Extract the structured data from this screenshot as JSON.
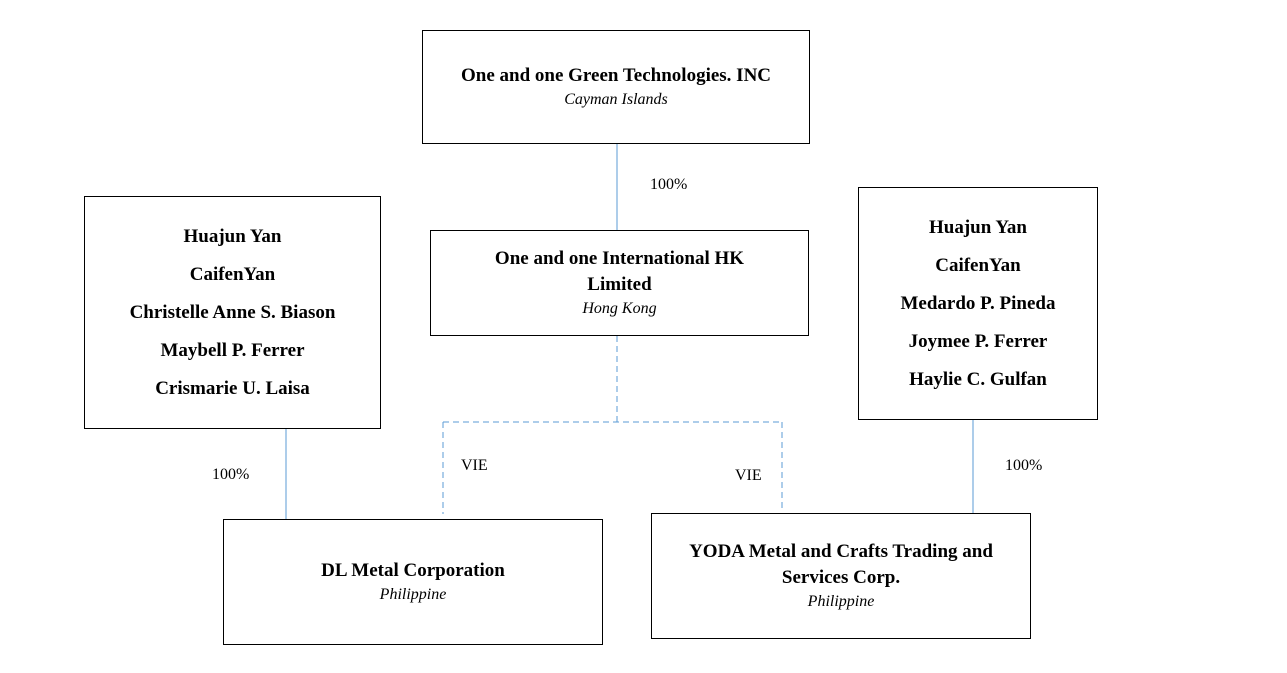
{
  "colors": {
    "solid_line": "#5b9bd5",
    "dashed_line": "#5b9bd5",
    "box_border": "#000000"
  },
  "entities": {
    "parent": {
      "name": "One and one Green Technologies. INC",
      "location": "Cayman Islands"
    },
    "hk": {
      "name": "One and one International HK Limited",
      "location": "Hong Kong"
    },
    "dl": {
      "name": "DL Metal Corporation",
      "location": "Philippine"
    },
    "yoda": {
      "name": "YODA Metal and Crafts Trading and Services Corp.",
      "location": "Philippine"
    }
  },
  "shareholders_left": [
    "Huajun Yan",
    "CaifenYan",
    "Christelle Anne S. Biason",
    "Maybell P. Ferrer",
    "Crismarie U. Laisa"
  ],
  "shareholders_right": [
    "Huajun Yan",
    "CaifenYan",
    "Medardo P. Pineda",
    "Joymee P. Ferrer",
    "Haylie C. Gulfan"
  ],
  "edges": {
    "parent_to_hk": "100%",
    "left_to_dl": "100%",
    "right_to_yoda": "100%",
    "hk_to_dl": "VIE",
    "hk_to_yoda": "VIE"
  }
}
